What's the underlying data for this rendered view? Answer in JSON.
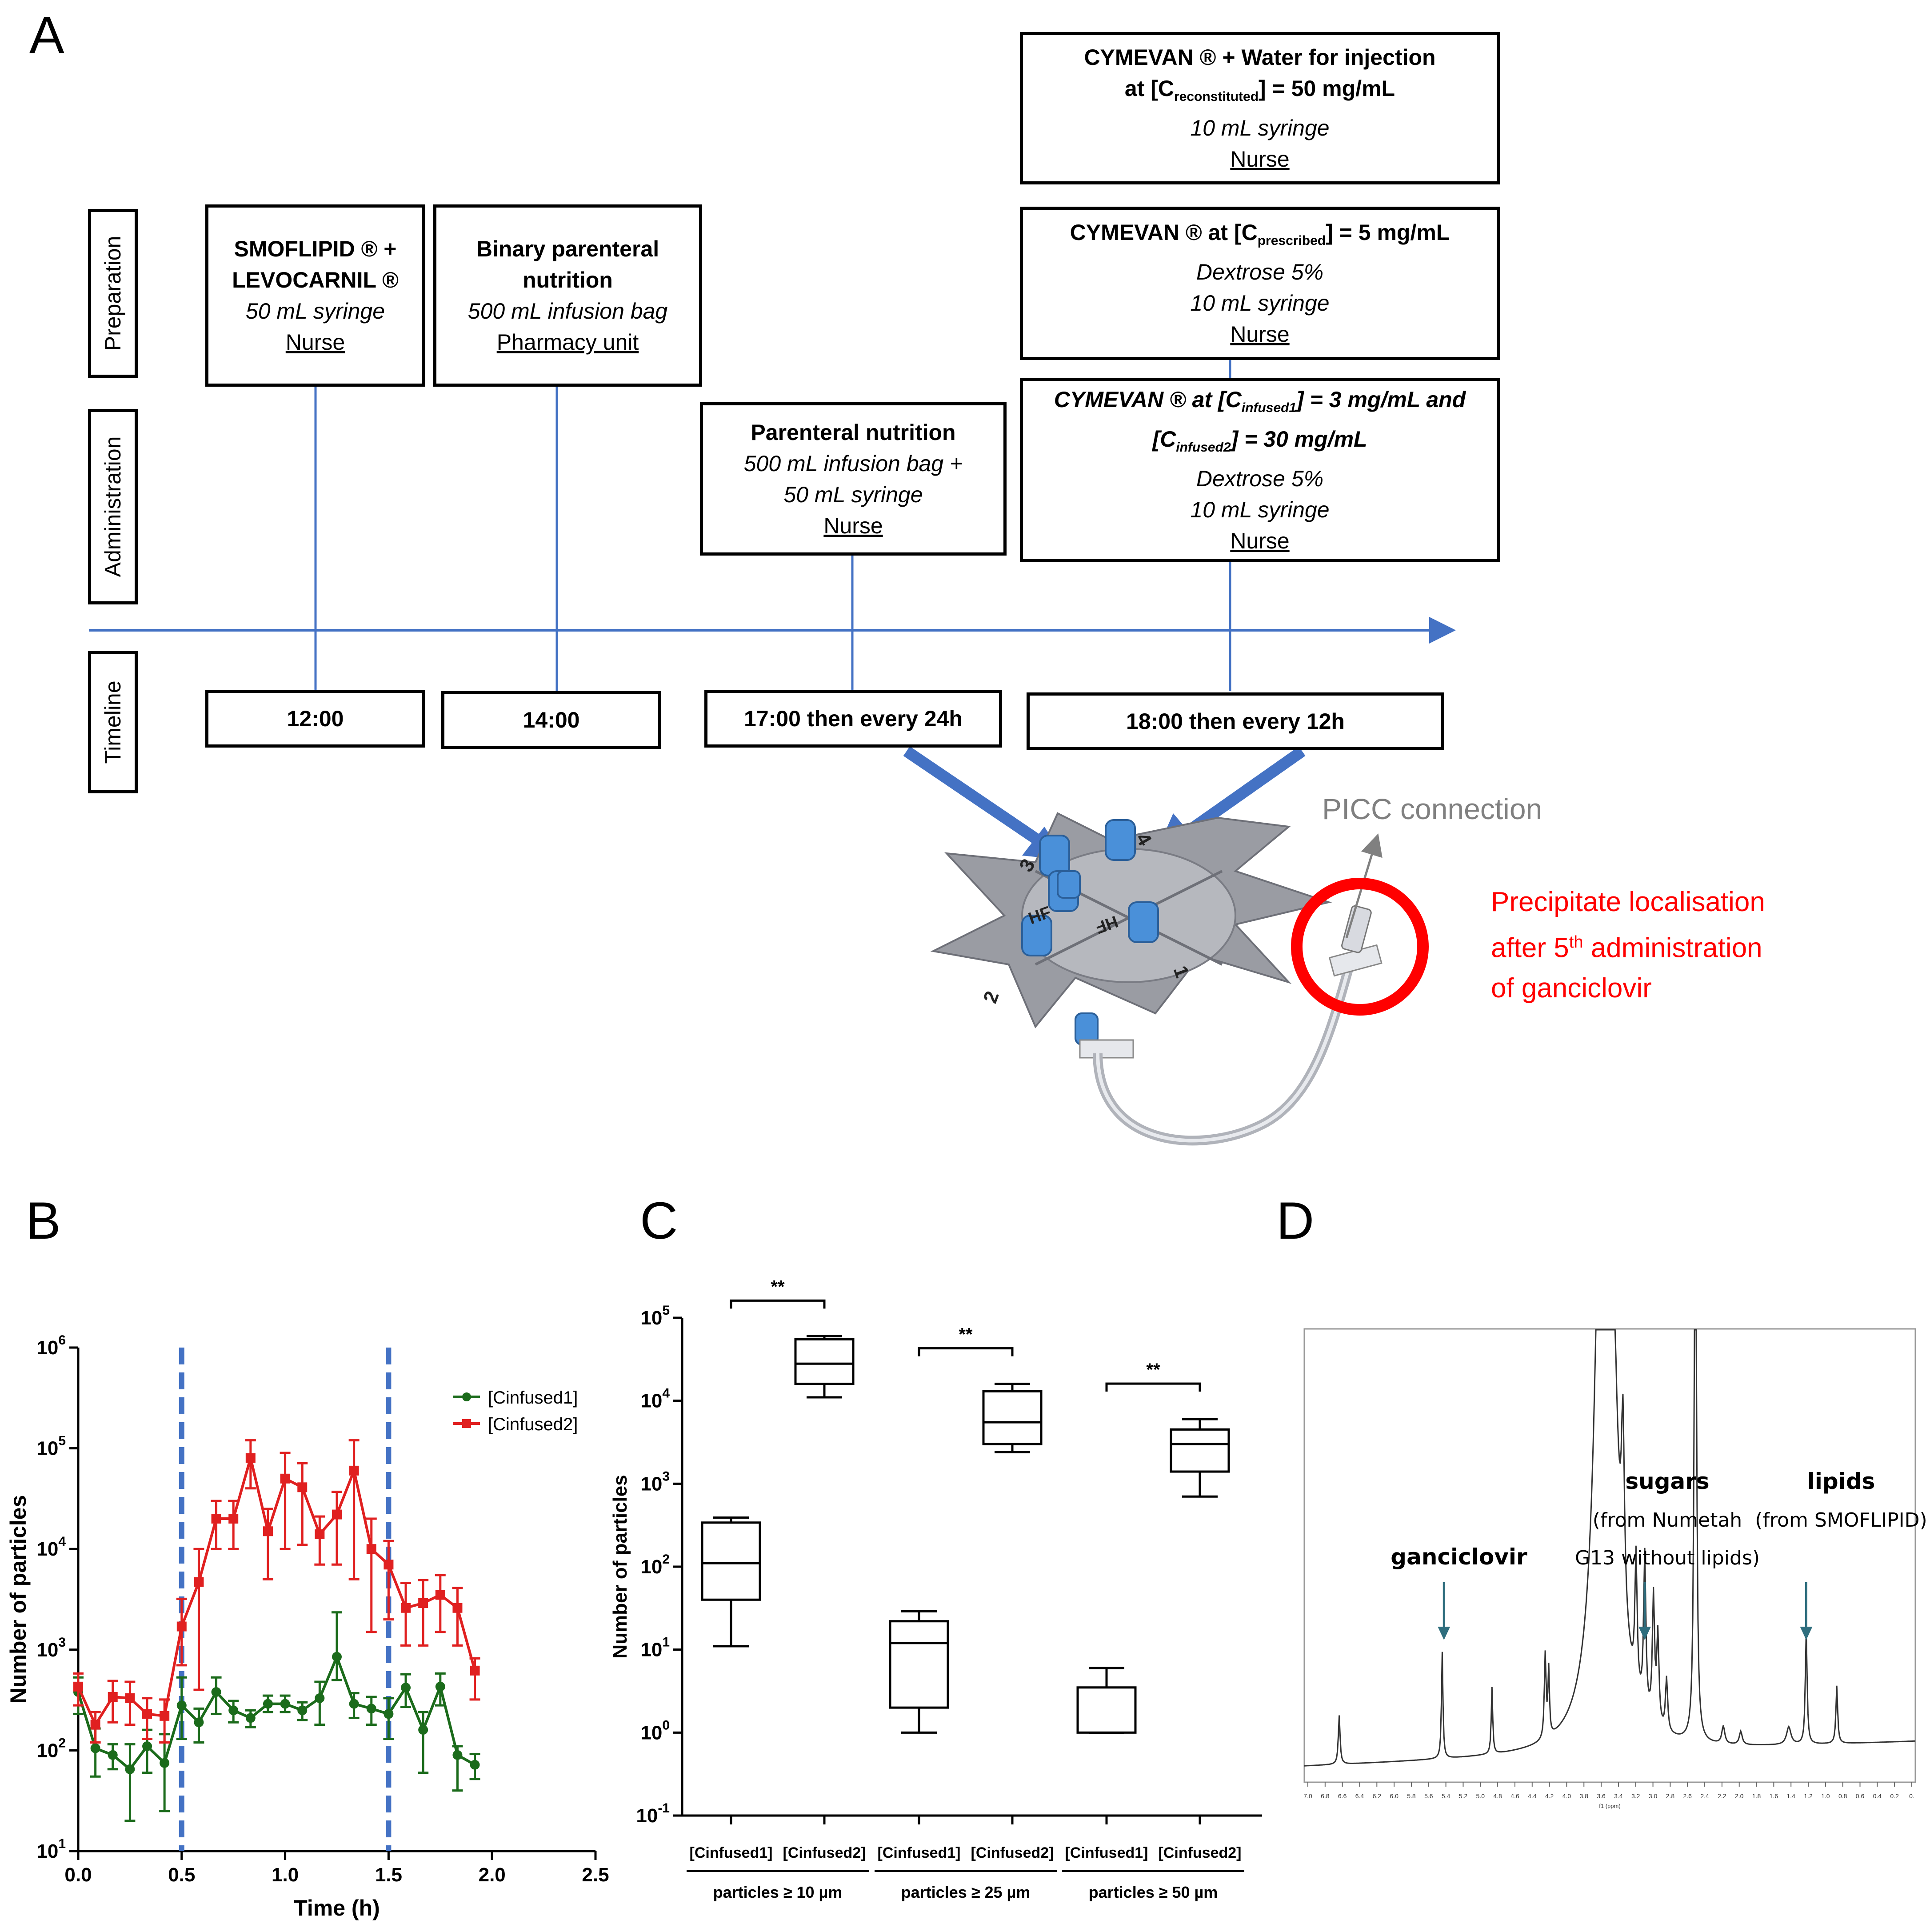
{
  "panels": {
    "a": "A",
    "b": "B",
    "c": "C",
    "d": "D"
  },
  "row_labels": {
    "preparation": "Preparation",
    "administration": "Administration",
    "timeline": "Timeline"
  },
  "boxes": {
    "smoflipid": {
      "l1": "SMOFLIPID ® +",
      "l2": "LEVOCARNIL ®",
      "l3": "50 mL syringe",
      "l4": "Nurse"
    },
    "binary": {
      "l1": "Binary parenteral",
      "l2": "nutrition",
      "l3": "500 mL infusion bag",
      "l4": "Pharmacy unit"
    },
    "pn": {
      "l1": "Parenteral nutrition",
      "l2": "500 mL infusion bag +",
      "l3": "50 mL syringe",
      "l4": "Nurse"
    },
    "cym_recon": {
      "l1": "CYMEVAN ® + Water for injection",
      "l2a": "at [C",
      "l2sub": "reconstituted",
      "l2b": "] = 50 mg/mL",
      "l3": "10 mL syringe",
      "l4": "Nurse"
    },
    "cym_presc": {
      "l1a": "CYMEVAN ® at [C",
      "l1sub": "prescribed",
      "l1b": "] = 5 mg/mL",
      "l2": "Dextrose 5%",
      "l3": "10 mL syringe",
      "l4": "Nurse"
    },
    "cym_inf": {
      "l1a": "CYMEVAN ® at [C",
      "l1sub": "infused1",
      "l1b": "] = 3 mg/mL and",
      "l2a": "[C",
      "l2sub": "infused2",
      "l2b": "] = 30 mg/mL",
      "l3": "Dextrose 5%",
      "l4": "10 mL syringe",
      "l5": "Nurse"
    }
  },
  "times": {
    "t1": "12:00",
    "t2": "14:00",
    "t3": "17:00 then every 24h",
    "t4": "18:00 then every 12h"
  },
  "annotations": {
    "picc": "PICC connection",
    "precip_l1": "Precipitate localisation",
    "precip_l2a": "after 5",
    "precip_l2sup": "th",
    "precip_l2b": " administration",
    "precip_l3": "of ganciclovir",
    "device_ports": [
      "1",
      "2",
      "3",
      "4"
    ],
    "device_hf": "HF",
    "colors": {
      "timeline": "#4472C4",
      "precipitate": "#FF0000",
      "picc": "#808080"
    }
  },
  "chart_data": [
    {
      "type": "line",
      "panel": "B",
      "title": "",
      "xlabel": "Time (h)",
      "ylabel": "Number of particles",
      "yscale": "log",
      "xlim": [
        0,
        2.5
      ],
      "ylim": [
        10,
        1000000
      ],
      "xticks": [
        "0.0",
        "0.5",
        "1.0",
        "1.5",
        "2.0",
        "2.5"
      ],
      "yticks": [
        {
          "base": "10",
          "exp": "1"
        },
        {
          "base": "10",
          "exp": "2"
        },
        {
          "base": "10",
          "exp": "3"
        },
        {
          "base": "10",
          "exp": "4"
        },
        {
          "base": "10",
          "exp": "5"
        },
        {
          "base": "10",
          "exp": "6"
        }
      ],
      "vlines": [
        0.5,
        1.5
      ],
      "legend_position": "right",
      "series": [
        {
          "name": "[Cinfused1]",
          "color": "#1B6B1B",
          "marker": "circle",
          "x": [
            0,
            0.083,
            0.167,
            0.25,
            0.333,
            0.417,
            0.5,
            0.583,
            0.667,
            0.75,
            0.833,
            0.917,
            1.0,
            1.083,
            1.167,
            1.25,
            1.333,
            1.417,
            1.5,
            1.583,
            1.667,
            1.75,
            1.833,
            1.917
          ],
          "y": [
            380,
            105,
            90,
            65,
            110,
            75,
            280,
            190,
            380,
            250,
            210,
            290,
            290,
            250,
            330,
            850,
            290,
            260,
            230,
            420,
            160,
            430,
            90,
            72
          ],
          "err_lo": [
            150,
            50,
            25,
            45,
            50,
            50,
            150,
            70,
            150,
            60,
            40,
            50,
            50,
            50,
            150,
            350,
            80,
            80,
            100,
            150,
            100,
            150,
            50,
            20
          ],
          "err_hi": [
            150,
            60,
            25,
            50,
            50,
            70,
            250,
            70,
            150,
            60,
            40,
            60,
            60,
            50,
            150,
            1500,
            80,
            80,
            100,
            150,
            80,
            150,
            20,
            20
          ]
        },
        {
          "name": "[Cinfused2]",
          "color": "#E02020",
          "marker": "square",
          "x": [
            0,
            0.083,
            0.167,
            0.25,
            0.333,
            0.417,
            0.5,
            0.583,
            0.667,
            0.75,
            0.833,
            0.917,
            1.0,
            1.083,
            1.167,
            1.25,
            1.333,
            1.417,
            1.5,
            1.583,
            1.667,
            1.75,
            1.833,
            1.917
          ],
          "y": [
            430,
            180,
            340,
            330,
            230,
            220,
            1700,
            4700,
            20000,
            20000,
            80000,
            15000,
            50000,
            41000,
            14000,
            22000,
            60000,
            10000,
            7000,
            2600,
            2900,
            3500,
            2600,
            620
          ],
          "err_lo": [
            150,
            60,
            150,
            150,
            100,
            100,
            1000,
            4300,
            10000,
            10000,
            40000,
            10000,
            40000,
            30000,
            7000,
            15000,
            55000,
            8500,
            5000,
            1500,
            1800,
            2000,
            1500,
            300
          ],
          "err_hi": [
            150,
            60,
            150,
            150,
            100,
            100,
            1500,
            5300,
            10000,
            10000,
            40000,
            10000,
            40000,
            30000,
            7000,
            15000,
            60000,
            10000,
            5000,
            2000,
            2000,
            2000,
            1500,
            200
          ]
        }
      ]
    },
    {
      "type": "box",
      "panel": "C",
      "title": "",
      "ylabel": "Number of particles",
      "yscale": "log",
      "ylim": [
        0.1,
        100000
      ],
      "yticks": [
        {
          "base": "10",
          "exp": "-1"
        },
        {
          "base": "10",
          "exp": "0"
        },
        {
          "base": "10",
          "exp": "1"
        },
        {
          "base": "10",
          "exp": "2"
        },
        {
          "base": "10",
          "exp": "3"
        },
        {
          "base": "10",
          "exp": "4"
        },
        {
          "base": "10",
          "exp": "5"
        }
      ],
      "categories": [
        "[Cinfused1]",
        "[Cinfused2]",
        "[Cinfused1]",
        "[Cinfused2]",
        "[Cinfused1]",
        "[Cinfused2]"
      ],
      "groups": [
        "particles ≥ 10 µm",
        "particles ≥ 25 µm",
        "particles ≥ 50 µm"
      ],
      "boxes": [
        {
          "min": 11,
          "q1": 40,
          "median": 110,
          "q3": 340,
          "max": 390
        },
        {
          "min": 11000,
          "q1": 16000,
          "median": 28000,
          "q3": 55000,
          "max": 60000
        },
        {
          "min": 1,
          "q1": 2,
          "median": 12,
          "q3": 22,
          "max": 29
        },
        {
          "min": 2400,
          "q1": 3000,
          "median": 5500,
          "q3": 13000,
          "max": 16000
        },
        {
          "min": 1,
          "q1": 1,
          "median": null,
          "q3": 3.5,
          "max": 6
        },
        {
          "min": 700,
          "q1": 1400,
          "median": 3000,
          "q3": 4500,
          "max": 6000
        }
      ],
      "significance": [
        {
          "pair": [
            0,
            1
          ],
          "label": "**"
        },
        {
          "pair": [
            2,
            3
          ],
          "label": "**"
        },
        {
          "pair": [
            4,
            5
          ],
          "label": "**"
        }
      ]
    },
    {
      "type": "line",
      "panel": "D",
      "title": "",
      "xlabel": "f1 (ppm)",
      "xlim": [
        7.0,
        0.0
      ],
      "xticks": [
        "7.0",
        "6.8",
        "6.6",
        "6.4",
        "6.2",
        "6.0",
        "5.8",
        "5.6",
        "5.4",
        "5.2",
        "5.0",
        "4.8",
        "4.6",
        "4.4",
        "4.2",
        "4.0",
        "3.8",
        "3.6",
        "3.4",
        "3.2",
        "3.0",
        "2.8",
        "2.6",
        "2.4",
        "2.2",
        "2.0",
        "1.8",
        "1.6",
        "1.4",
        "1.2",
        "1.0",
        "0.8",
        "0.6",
        "0.4",
        "0.2",
        "0."
      ],
      "annotations": [
        {
          "label": "ganciclovir",
          "x": 5.4
        },
        {
          "label": "sugars",
          "sub": "(from Numetah",
          "sub2": "G13 without lipids)",
          "x": 3.1
        },
        {
          "label": "lipids",
          "sub": "(from SMOFLIPID)",
          "x": 1.25
        }
      ]
    }
  ]
}
